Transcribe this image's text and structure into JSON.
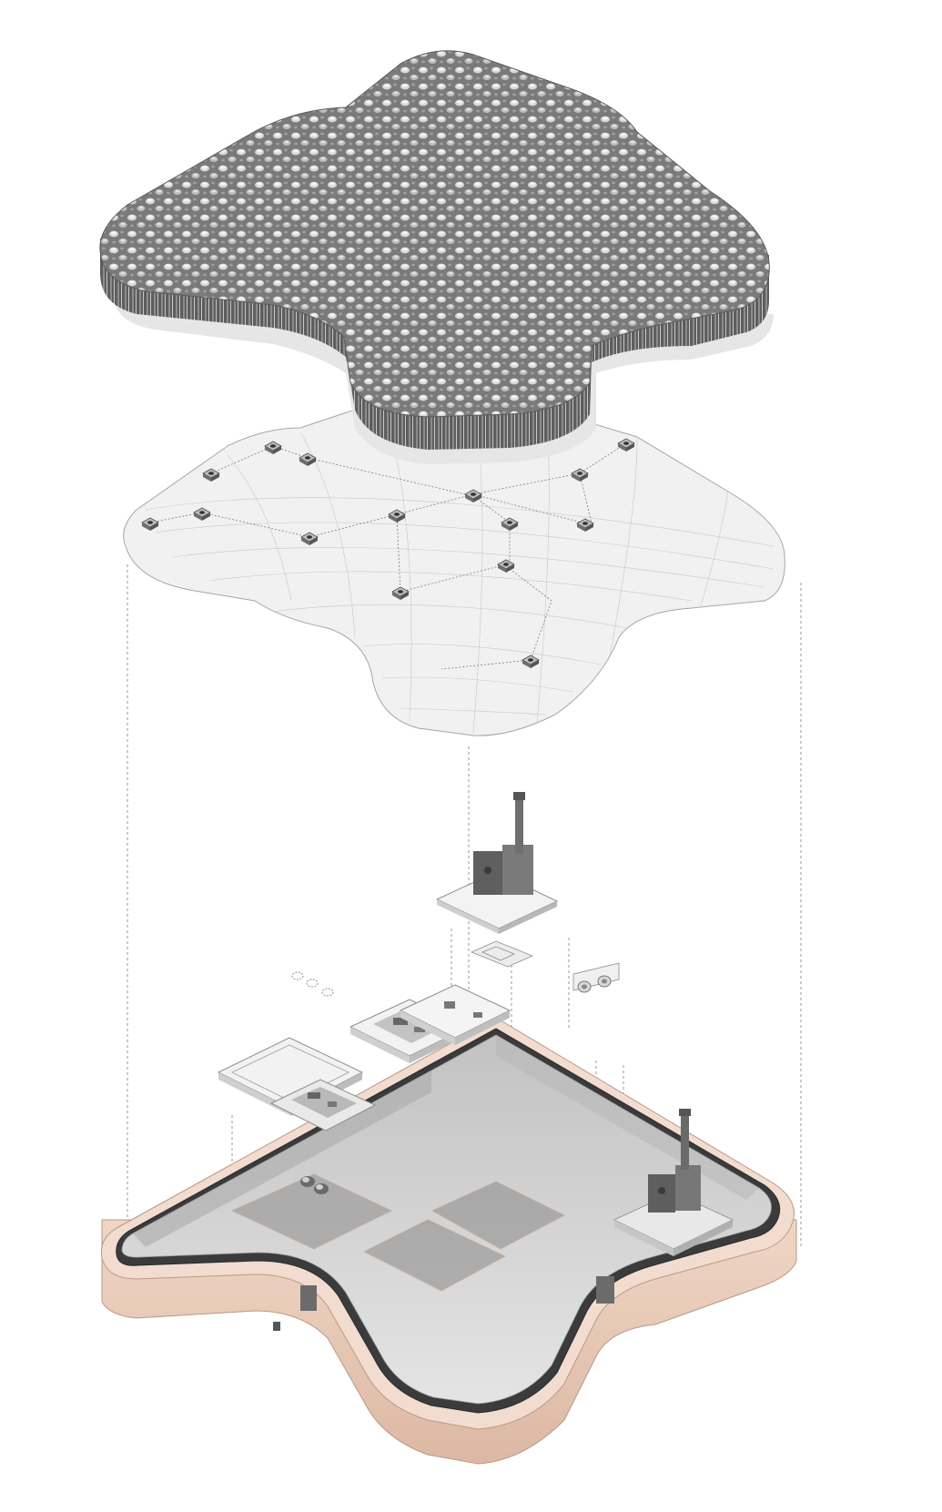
{
  "diagram": {
    "type": "exploded-axonometric",
    "layers": [
      {
        "id": "textured-top-pad",
        "material_color": "#7c7c7c"
      },
      {
        "id": "wireframe-mesh-with-sensors",
        "material_color": "#d9d9d9",
        "sensor_count": 15
      },
      {
        "id": "actuator-module",
        "material_color": "#6e6e6e"
      },
      {
        "id": "circuit-boards",
        "count": 3,
        "material_color": "#e2e2e2"
      },
      {
        "id": "base-tray",
        "rim_color": "#e9cbb9",
        "floor_color": "#cfcfcf"
      }
    ],
    "connector_line_color": "#9a9a9a"
  }
}
